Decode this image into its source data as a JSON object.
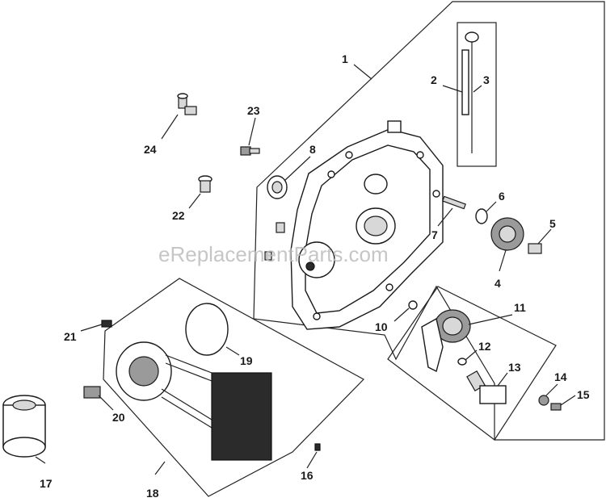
{
  "watermark": "eReplacementParts.com",
  "callouts": [
    "1",
    "2",
    "3",
    "4",
    "5",
    "6",
    "7",
    "8",
    "10",
    "11",
    "12",
    "13",
    "14",
    "15",
    "16",
    "17",
    "18",
    "19",
    "20",
    "21",
    "22",
    "23",
    "24"
  ]
}
